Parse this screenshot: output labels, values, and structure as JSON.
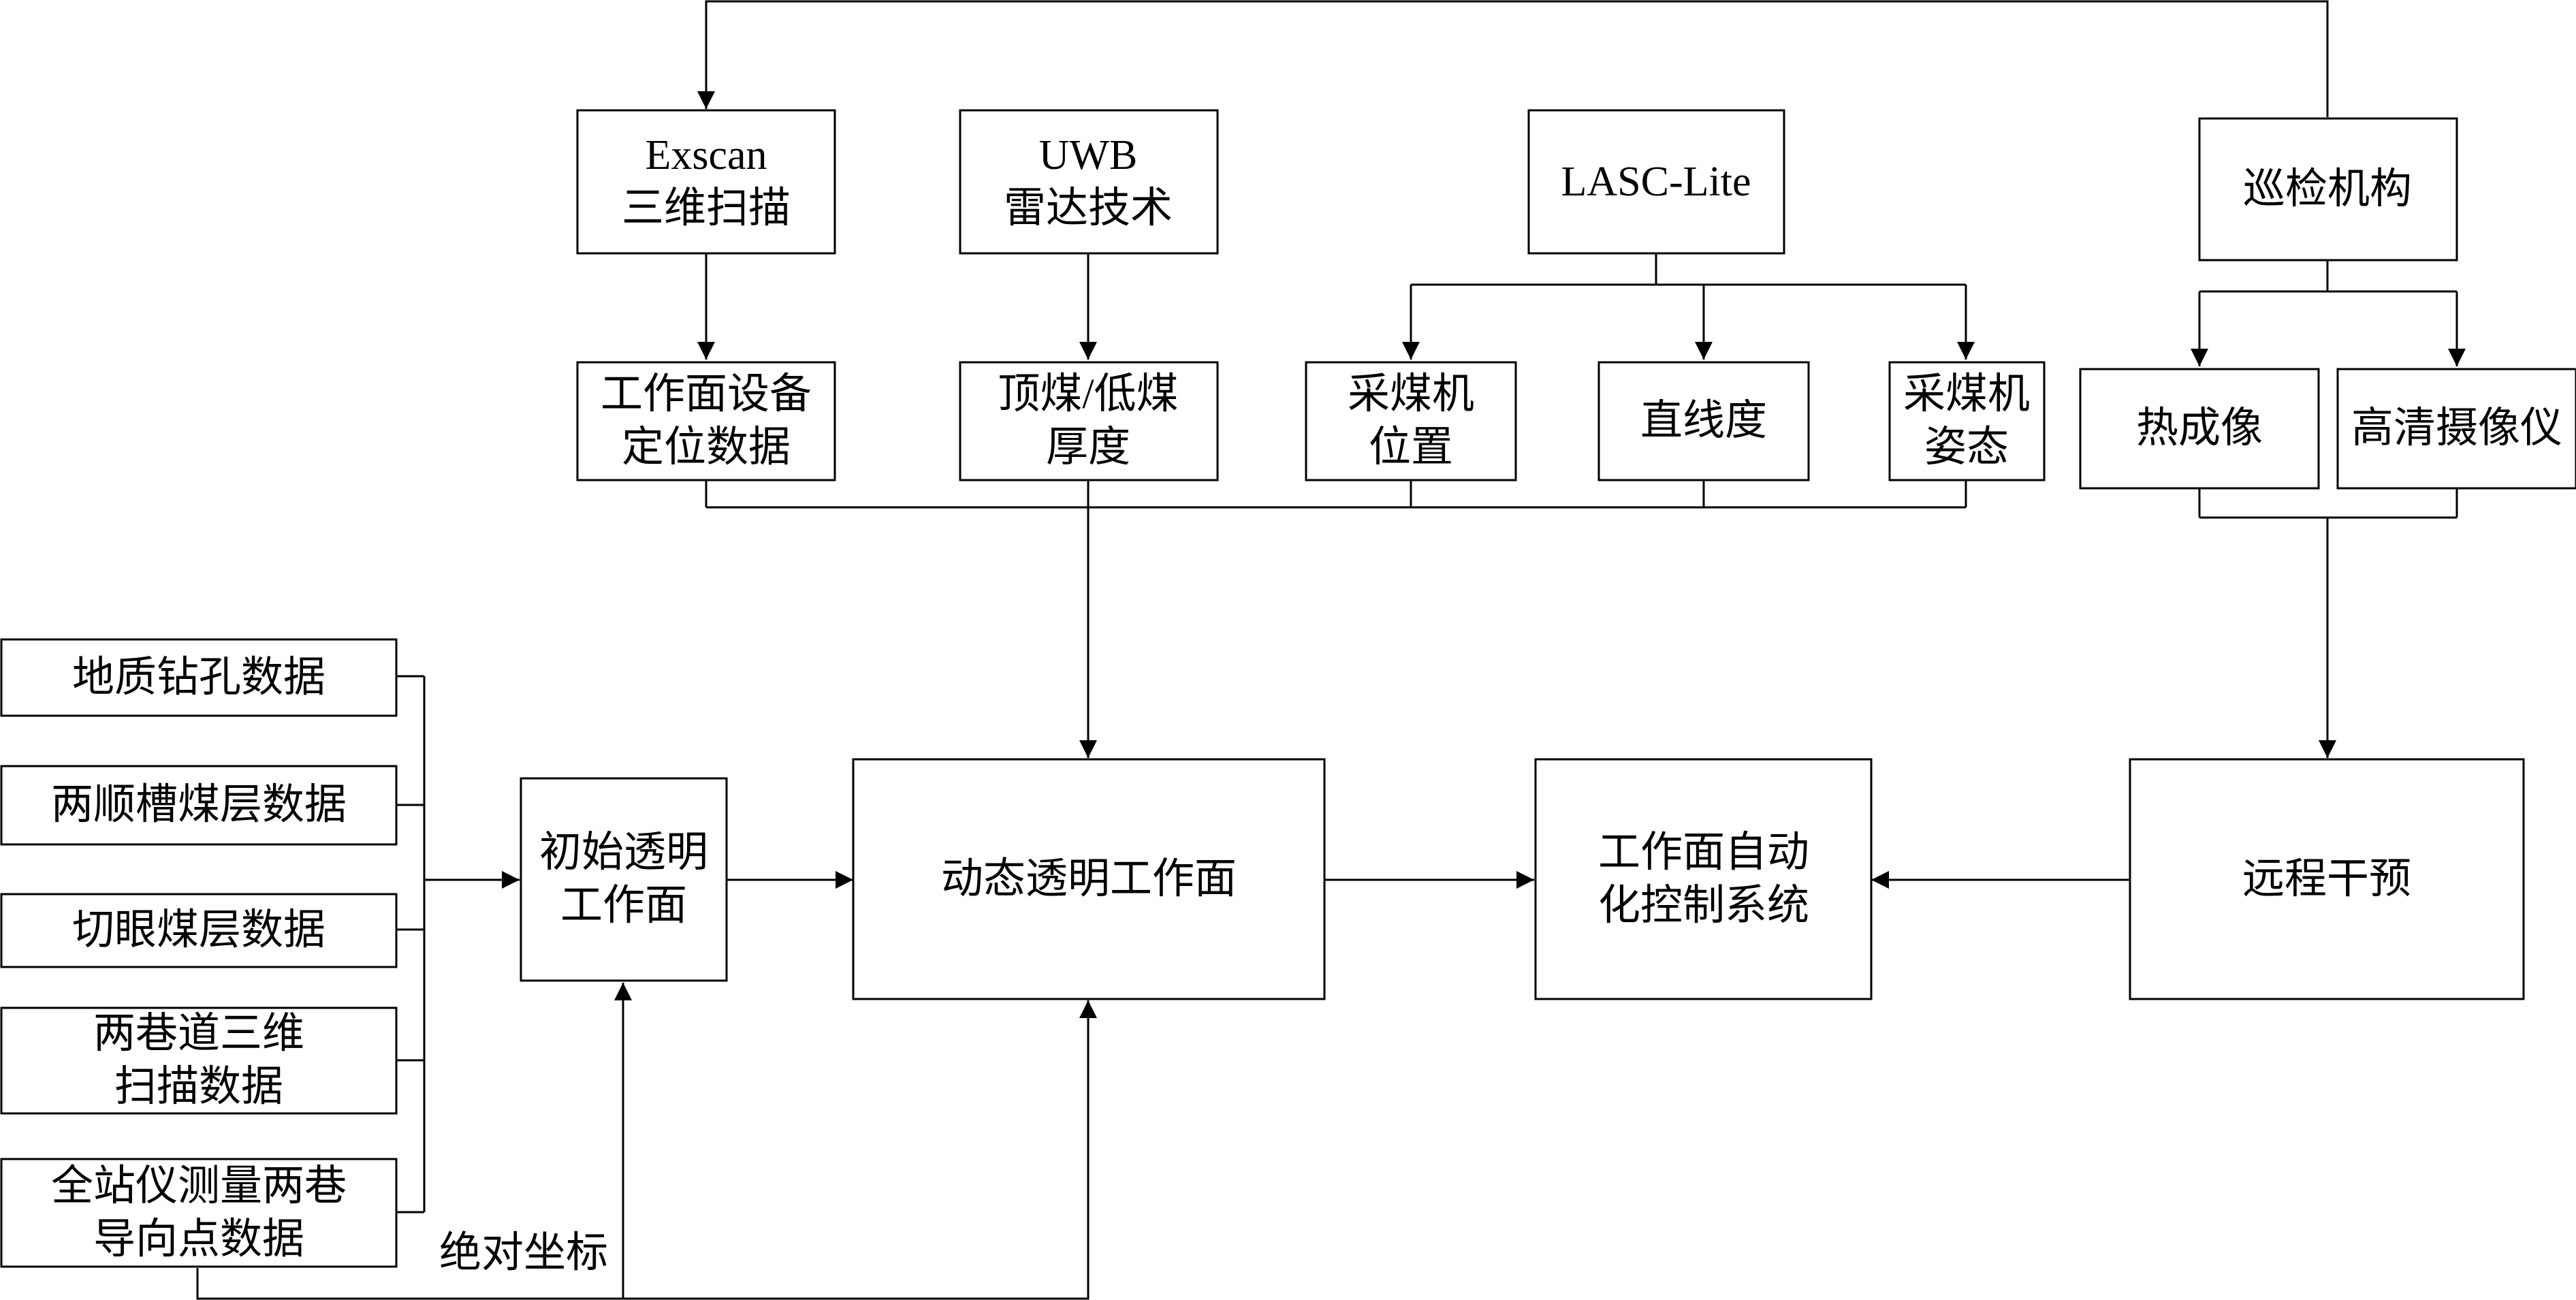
{
  "nodes": {
    "exscan": [
      "Exscan",
      "三维扫描"
    ],
    "uwb": [
      "UWB",
      "雷达技术"
    ],
    "lasc": [
      "LASC-Lite"
    ],
    "inspection": [
      "巡检机构"
    ],
    "equipment_position": [
      "工作面设备",
      "定位数据"
    ],
    "coal_thickness": [
      "顶煤/低煤",
      "厚度"
    ],
    "shearer_position": [
      "采煤机",
      "位置"
    ],
    "straightness": [
      "直线度"
    ],
    "shearer_attitude": [
      "采煤机",
      "姿态"
    ],
    "thermal_imaging": [
      "热成像"
    ],
    "hd_camera": [
      "高清摄像仪"
    ],
    "geo_drilling": [
      "地质钻孔数据"
    ],
    "gateway_seam": [
      "两顺槽煤层数据"
    ],
    "cut_seam": [
      "切眼煤层数据"
    ],
    "roadway_scan": [
      "两巷道三维",
      "扫描数据"
    ],
    "total_station": [
      "全站仪测量两巷",
      "导向点数据"
    ],
    "initial_face": [
      "初始透明",
      "工作面"
    ],
    "dynamic_face": [
      "动态透明工作面"
    ],
    "auto_control": [
      "工作面自动",
      "化控制系统"
    ],
    "remote_intervention": [
      "远程干预"
    ]
  },
  "labels": {
    "absolute_coordinates": "绝对坐标"
  },
  "colors": {
    "line": "#000000",
    "background": "#ffffff"
  }
}
